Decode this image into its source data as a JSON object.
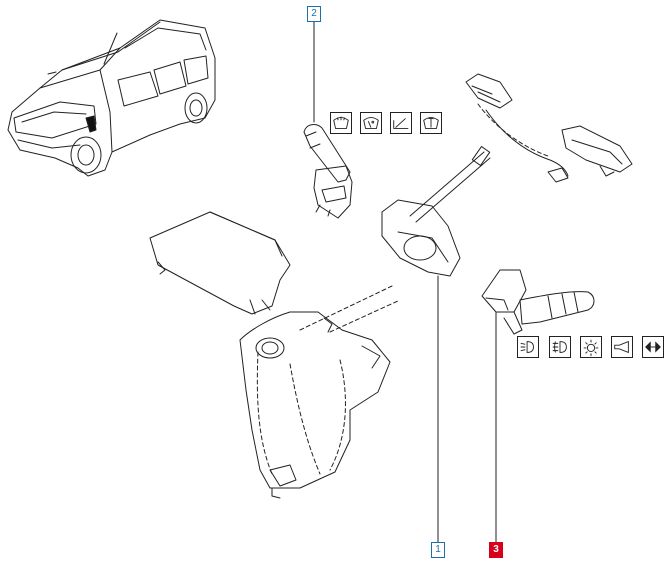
{
  "callouts": [
    {
      "id": "c2",
      "label": "2",
      "highlighted": false
    },
    {
      "id": "c1",
      "label": "1",
      "highlighted": false
    },
    {
      "id": "c3",
      "label": "3",
      "highlighted": true
    }
  ],
  "wiper_symbols": [
    "windscreen-wash-icon",
    "wiper-intermittent-icon",
    "wiper-slow-icon",
    "wiper-fast-icon"
  ],
  "light_symbols": [
    "dipped-beam-icon",
    "fog-light-icon",
    "side-light-icon",
    "horn-icon",
    "indicator-arrows-icon"
  ],
  "colors": {
    "callout_border": "#1e6fa8",
    "callout_highlight": "#d6001c",
    "line": "#222222"
  }
}
